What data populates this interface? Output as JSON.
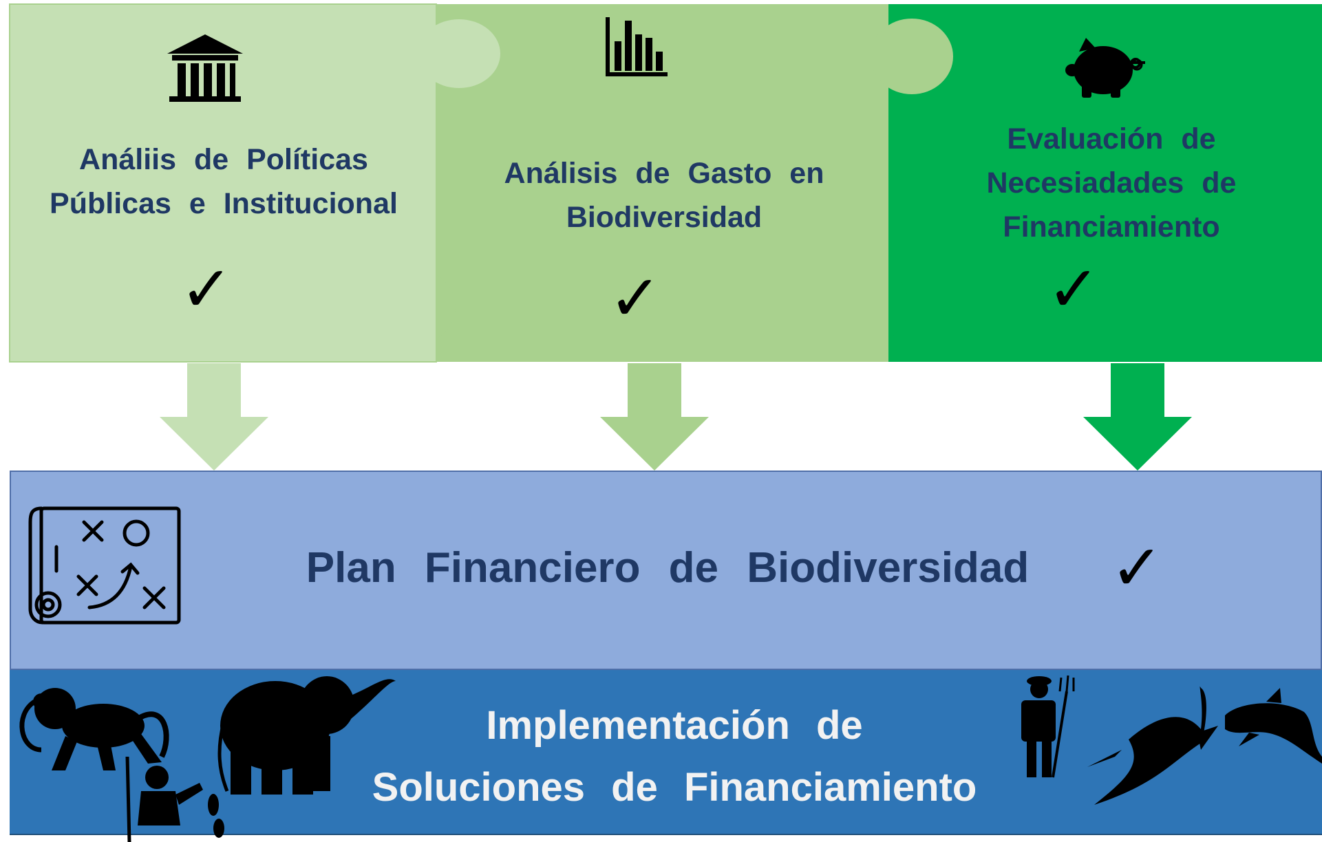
{
  "pieces": [
    {
      "line1": "Análiis de Políticas",
      "line2": "Públicas e Institucional",
      "line3": "",
      "check": "✓",
      "color": "#c5e0b4"
    },
    {
      "line1": "Análisis de Gasto en",
      "line2": "Biodiversidad",
      "line3": "",
      "check": "✓",
      "color": "#a9d18e"
    },
    {
      "line1": "Evaluación de",
      "line2": "Necesiadades de",
      "line3": "Financiamiento",
      "check": "✓",
      "color": "#00b050"
    }
  ],
  "icons": {
    "piece1": "institution-icon",
    "piece2": "bar-chart-icon",
    "piece3": "piggy-bank-icon",
    "plan": "strategy-map-icon"
  },
  "plan": {
    "title": "Plan Financiero de Biodiversidad",
    "check": "✓",
    "color": "#8eabdc"
  },
  "implementation": {
    "line1": "Implementación de",
    "line2": "Soluciones de Financiamiento",
    "color": "#2e75b6"
  },
  "silhouettes": [
    "monkey-icon",
    "fisherman-icon",
    "elephant-icon",
    "farmer-icon",
    "eagle-icon",
    "dolphin-icon"
  ]
}
